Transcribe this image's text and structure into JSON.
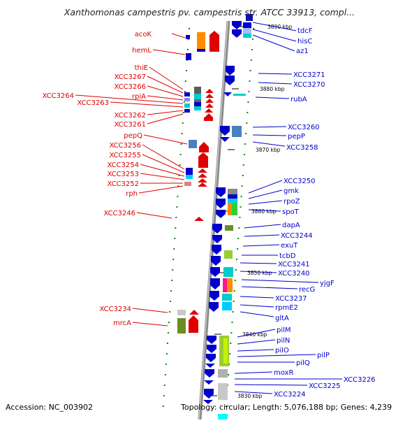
{
  "title": "Xanthomonas campestris pv. campestris str. ATCC 33913, compl...",
  "footer": {
    "accession": "Accession: NC_003902",
    "topology": "Topology: circular; Length: 5,076,188 bp; Genes: 4,239"
  },
  "colors": {
    "reverse_strand": "#dd0000",
    "forward_strand": "#0000cc",
    "backbone": "#888888",
    "tick": "#008800"
  },
  "scale_labels": [
    "3890 kbp",
    "3880 kbp",
    "3870 kbp",
    "3860 kbp",
    "3850 kbp",
    "3840 kbp",
    "3830 kbp"
  ],
  "left_genes": [
    "acoK",
    "hemL",
    "thiE",
    "XCC3267",
    "XCC3266",
    "rpiA",
    "XCC3264",
    "XCC3263",
    "XCC3262",
    "XCC3261",
    "pepQ",
    "XCC3256",
    "XCC3255",
    "XCC3254",
    "XCC3253",
    "XCC3252",
    "rph",
    "XCC3246",
    "XCC3234",
    "mrcA"
  ],
  "right_genes": [
    "tdcF",
    "hisC",
    "az1",
    "XCC3271",
    "XCC3270",
    "rubA",
    "XCC3260",
    "pepP",
    "XCC3258",
    "XCC3250",
    "gmk",
    "rpoZ",
    "spoT",
    "dapA",
    "XCC3244",
    "exuT",
    "tcbD",
    "XCC3241",
    "XCC3240",
    "yjgF",
    "recG",
    "XCC3237",
    "rpmE2",
    "gltA",
    "pilM",
    "pilN",
    "pilO",
    "pilP",
    "pilQ",
    "moxR",
    "XCC3226",
    "XCC3225",
    "XCC3224"
  ]
}
